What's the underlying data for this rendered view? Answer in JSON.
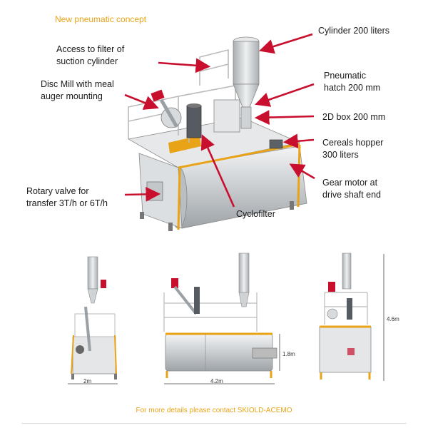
{
  "title": "New pneumatic concept",
  "labels": {
    "cylinder": "Cylinder 200 liters",
    "access_line1": "Access to filter of",
    "access_line2": "suction cylinder",
    "disc_line1": "Disc Mill with meal",
    "disc_line2": "auger mounting",
    "hatch_line1": "Pneumatic",
    "hatch_line2": "hatch 200 mm",
    "box": "2D box  200 mm",
    "hopper_line1": "Cereals hopper",
    "hopper_line2": "300 liters",
    "gear_line1": "Gear motor at",
    "gear_line2": "drive shaft end",
    "rotary_line1": "Rotary valve for",
    "rotary_line2": "transfer 3T/h or 6T/h",
    "cyclofilter": "Cyclofilter"
  },
  "dimensions": {
    "width_side": "2m",
    "length": "4.2m",
    "height_tank": "1.8m",
    "height_total": "4.6m"
  },
  "footer": "For more details please contact SKIOLD-ACEMO",
  "colors": {
    "accent": "#e8a317",
    "arrow": "#c8102e",
    "frame": "#e8a317",
    "steel": "#cfd3d6"
  }
}
